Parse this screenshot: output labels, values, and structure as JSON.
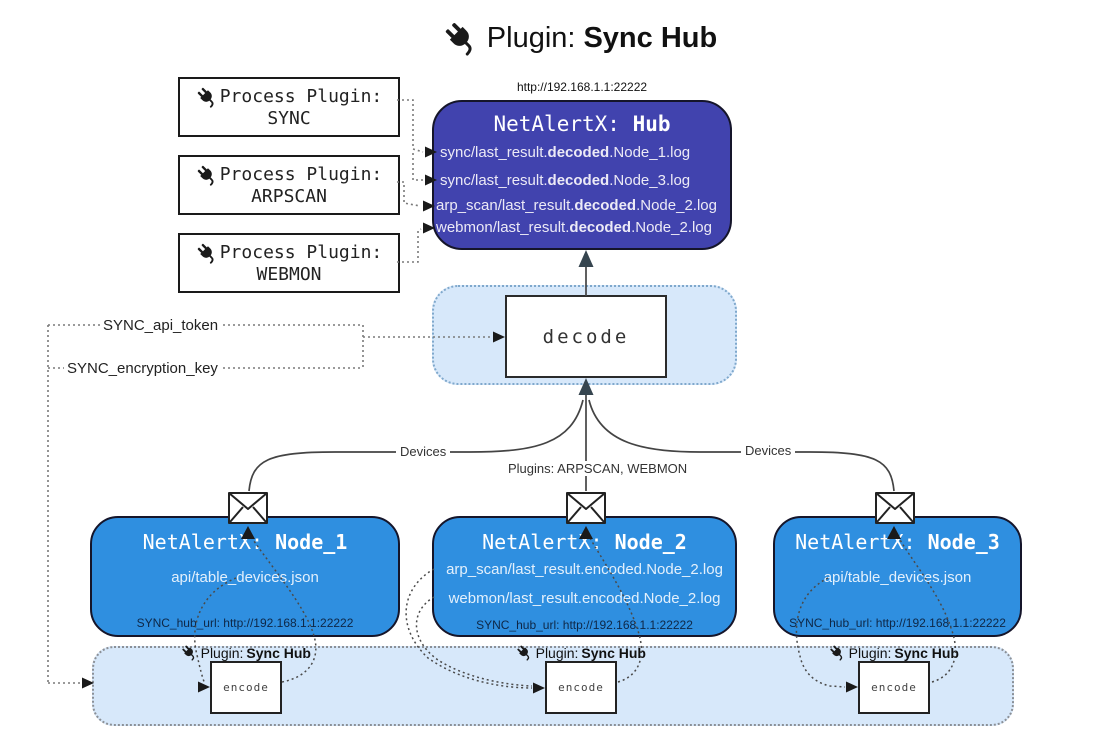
{
  "colors": {
    "hub_fill": "#4143ae",
    "node_fill": "#2f8fe0",
    "panel_fill": "#d7e8fa",
    "panel_border": "#7fa8cc",
    "band_border": "#8b9097",
    "url_text": "#0e2746"
  },
  "title": {
    "regular": "Plugin: ",
    "bold": "Sync Hub"
  },
  "hub": {
    "url": "http://192.168.1.1:22222",
    "title_prefix": "NetAlertX: ",
    "title_name": "Hub",
    "lines": [
      {
        "pre": "sync/last_result.",
        "bold": "decoded",
        "post": ".Node_1.log"
      },
      {
        "pre": "sync/last_result.",
        "bold": "decoded",
        "post": ".Node_3.log"
      },
      {
        "pre": "arp_scan/last_result.",
        "bold": "decoded",
        "post": ".Node_2.log"
      },
      {
        "pre": "webmon/last_result.",
        "bold": "decoded",
        "post": ".Node_2.log"
      }
    ]
  },
  "process_plugins": [
    {
      "label": "Process Plugin:",
      "name": "SYNC"
    },
    {
      "label": "Process Plugin:",
      "name": "ARPSCAN"
    },
    {
      "label": "Process Plugin:",
      "name": "WEBMON"
    }
  ],
  "decode": {
    "label": "decode"
  },
  "secrets": {
    "api_token": "SYNC_api_token",
    "encryption_key": "SYNC_encryption_key"
  },
  "edges": {
    "devices_left": "Devices",
    "plugins_middle": "Plugins: ARPSCAN, WEBMON",
    "devices_right": "Devices"
  },
  "nodes": [
    {
      "title_prefix": "NetAlertX: ",
      "title_name": "Node_1",
      "lines": [
        "api/table_devices.json"
      ],
      "hub_url": "SYNC_hub_url: http://192.168.1.1:22222"
    },
    {
      "title_prefix": "NetAlertX: ",
      "title_name": "Node_2",
      "lines": [
        "arp_scan/last_result.encoded.Node_2.log",
        "webmon/last_result.encoded.Node_2.log"
      ],
      "hub_url": "SYNC_hub_url: http://192.168.1.1:22222"
    },
    {
      "title_prefix": "NetAlertX: ",
      "title_name": "Node_3",
      "lines": [
        "api/table_devices.json"
      ],
      "hub_url": "SYNC_hub_url: http://192.168.1.1:22222"
    }
  ],
  "encoders": [
    {
      "box_label": "encode",
      "plugin_regular": "Plugin: ",
      "plugin_bold": "Sync Hub"
    },
    {
      "box_label": "encode",
      "plugin_regular": "Plugin: ",
      "plugin_bold": "Sync Hub"
    },
    {
      "box_label": "encode",
      "plugin_regular": "Plugin: ",
      "plugin_bold": "Sync Hub"
    }
  ]
}
